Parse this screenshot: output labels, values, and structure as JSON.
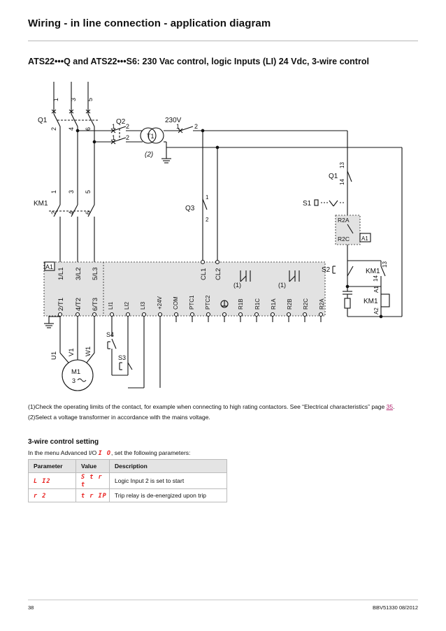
{
  "page": {
    "title": "Wiring - in line connection - application diagram",
    "section_title": "ATS22•••Q and ATS22•••S6: 230 Vac control, logic Inputs (LI) 24 Vdc, 3-wire control"
  },
  "diagram": {
    "q1_terms_top": [
      "1",
      "3",
      "5"
    ],
    "q1_terms_bottom": [
      "2",
      "4",
      "6"
    ],
    "q1_label": "Q1",
    "km1_terms_top": [
      "1",
      "3",
      "5"
    ],
    "km1_terms_bottom": [
      "2",
      "4",
      "6"
    ],
    "km1_label": "KM1",
    "q2_label": "Q2",
    "q2_terms": [
      "1",
      "2",
      "1",
      "2"
    ],
    "voltage": "230V",
    "t1_label": "T1",
    "t1_note": "(2)",
    "fuse_terms": [
      "1",
      "2"
    ],
    "q3_label": "Q3",
    "q3_terms": [
      "1",
      "2"
    ],
    "q1b_label": "Q1",
    "q1b_terms": [
      "14",
      "13"
    ],
    "s1_label": "S1",
    "r2a_label": "R2A",
    "r2c_label": "R2C",
    "a1_label": "A1",
    "s2_label": "S2",
    "km1b_label": "KM1",
    "km1b_terms": [
      "14",
      "13"
    ],
    "km1_coil_label": "KM1",
    "coil_terms": [
      "A1",
      "A2"
    ],
    "starter_label": "A1",
    "power_in": [
      "1/L1",
      "3/L2",
      "5/L3"
    ],
    "ctrl_in": [
      "CL1",
      "CL2"
    ],
    "power_out": [
      "2/T1",
      "4/T2",
      "6/T3"
    ],
    "io_terms": [
      "LI1",
      "LI2",
      "LI3",
      "+24V",
      "COM",
      "PTC1",
      "PTC2",
      "R1B",
      "R1C",
      "R1A",
      "R2B",
      "R2C",
      "R2A"
    ],
    "relay_note": "(1)",
    "motor_terms": [
      "U1",
      "V1",
      "W1"
    ],
    "motor_label": "M1",
    "motor_phase": "3",
    "s4_label": "S4",
    "s3_label": "S3"
  },
  "notes": {
    "n1_prefix": "(1)",
    "n1_text": "Check the operating limits of the contact, for example when connecting to high rating contactors. See “Electrical characteristics” page ",
    "n1_link": "35",
    "n1_end": ".",
    "n2_prefix": "(2)",
    "n2_text": "Select a voltage transformer in accordance with the mains voltage."
  },
  "settings": {
    "title": "3-wire control setting",
    "intro_before": "In the menu Advanced I/O ",
    "intro_code": "I O",
    "intro_after": ", set the following parameters:",
    "headers": [
      "Parameter",
      "Value",
      "Description"
    ],
    "rows": [
      {
        "param": "L I2",
        "value": "S t r t",
        "desc": "Logic Input 2 is set to start"
      },
      {
        "param": "r 2",
        "value": "t r IP",
        "desc": "Trip relay is de-energized upon trip"
      }
    ]
  },
  "footer": {
    "page": "38",
    "ref": "BBV51330  08/2012"
  }
}
